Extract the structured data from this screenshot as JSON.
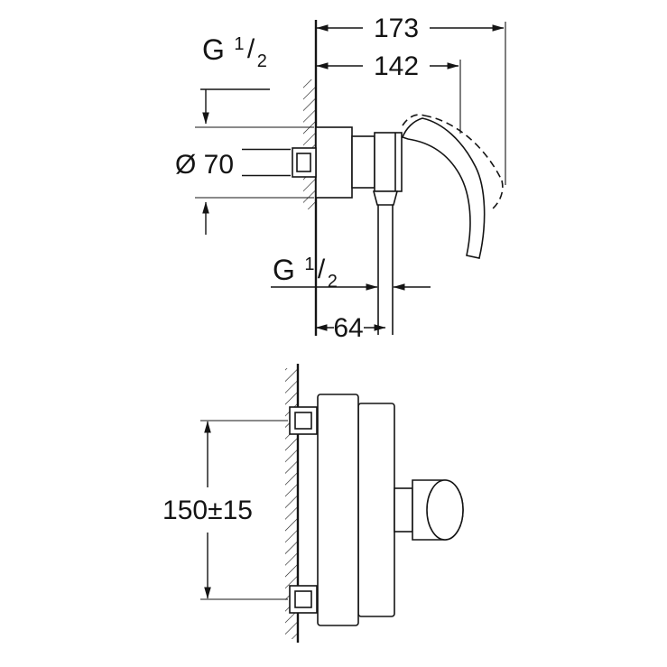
{
  "drawing": {
    "background_color": "#ffffff",
    "line_color": "#141414",
    "views": {
      "side_view": {
        "dimensions": {
          "total_projection": "173",
          "body_projection": "142",
          "escutcheon_diameter": "Ø 70",
          "outlet_offset": "64",
          "inlet_thread": {
            "prefix": "G",
            "numerator": "1",
            "slash": "/",
            "denominator": "2"
          },
          "outlet_thread": {
            "prefix": "G",
            "numerator": "1",
            "slash": "/",
            "denominator": "2"
          }
        }
      },
      "front_view": {
        "dimensions": {
          "connection_spread": "150±15"
        }
      }
    }
  }
}
